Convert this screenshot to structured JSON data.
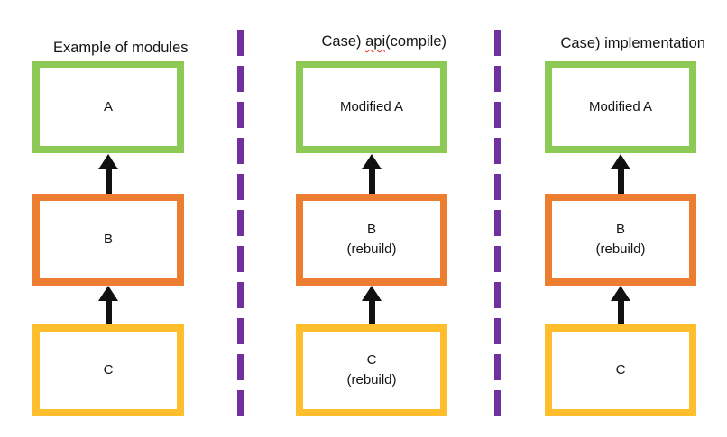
{
  "diagram": {
    "columns": [
      {
        "title": "Example of modules",
        "boxes": [
          {
            "label": "A",
            "border_color": "#8DC955"
          },
          {
            "label": "B",
            "border_color": "#ED7D31"
          },
          {
            "label": "C",
            "border_color": "#FFBE2D"
          }
        ]
      },
      {
        "title_parts": [
          "Case) ",
          "api",
          "(compile)"
        ],
        "boxes": [
          {
            "label": "Modified A",
            "border_color": "#8DC955"
          },
          {
            "label": "B\n(rebuild)",
            "border_color": "#ED7D31"
          },
          {
            "label": "C\n(rebuild)",
            "border_color": "#FFBE2D"
          }
        ]
      },
      {
        "title": "Case) implementation",
        "boxes": [
          {
            "label": "Modified A",
            "border_color": "#8DC955"
          },
          {
            "label": "B\n(rebuild)",
            "border_color": "#ED7D31"
          },
          {
            "label": "C",
            "border_color": "#FFBE2D"
          }
        ]
      }
    ],
    "colors": {
      "green": "#8DC955",
      "orange": "#ED7D31",
      "yellow": "#FFBE2D",
      "divider_purple": "#7030A0",
      "arrow_black": "#111111",
      "spellcheck_red": "#E8311A",
      "background": "#FFFFFF"
    }
  }
}
